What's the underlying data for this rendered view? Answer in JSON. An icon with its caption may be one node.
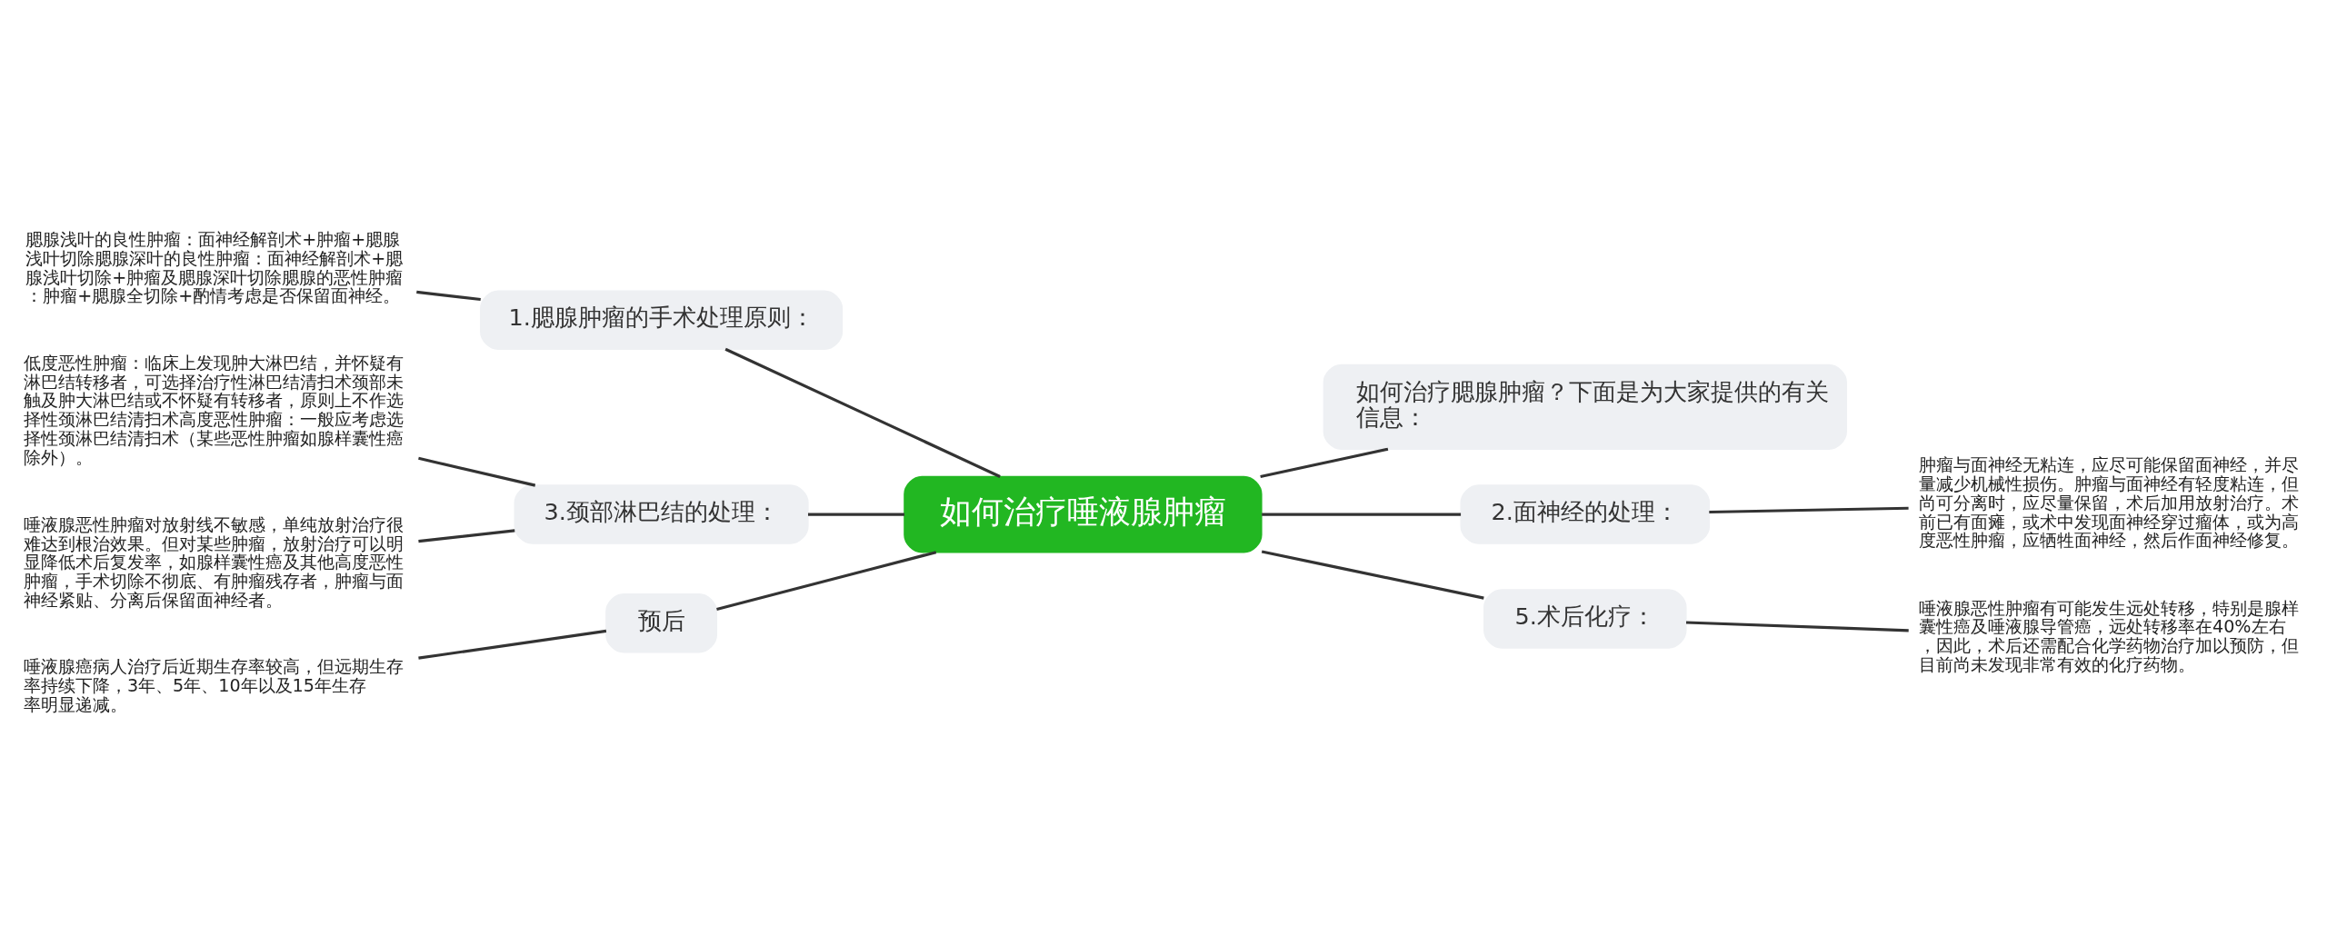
{
  "diagram": {
    "nodes": [
      {
        "text": [
          "如何治疗唾液腺肿瘤"
        ]
      },
      {
        "text": [
          "1.腮腺肿瘤的手术处理原则："
        ]
      },
      {
        "text": [
          "腮腺浅叶的良性肿瘤：面神经解剖术+肿瘤+腮腺浅叶切除腮腺深叶的良性肿瘤：面神经解剖术+腮腺浅叶切除+肿瘤及腮腺深叶切除腮腺的恶性肿瘤：肿瘤+腮腺全切除+酌情考虑是否保留面神经。"
        ]
      },
      {
        "text": [
          "3.颈部淋巴结的处理："
        ]
      },
      {
        "text": [
          "低度恶性肿瘤：临床上发现肿大淋巴结，并怀疑有淋巴结转移者，可选择治疗性淋巴结清扫术颈部未触及肿大淋巴结或不怀疑有转移者，原则上不作选择性颈淋巴结清扫术高度恶性肿瘤：一般应考虑选择性颈淋巴结清扫术（某些恶性肿瘤如腺样囊性癌除外）。"
        ]
      },
      {
        "text": [
          "唾液腺恶性肿瘤对放射线不敏感，单纯放射治疗很难达到根治效果。但对某些肿瘤，放射治疗可以明显降低术后复发率，如腺样囊性癌及其他高度恶性肿瘤，手术切除不彻底、有肿瘤残存者，肿瘤与面神经紧贴、分离后保留面神经者。"
        ]
      },
      {
        "text": [
          "预后"
        ]
      },
      {
        "text": [
          "唾液腺癌病人治疗后近期生存率较高，但远期生存率持续下降，3年、5年、10年以及15年生存率明显递减。"
        ]
      },
      {
        "text": [
          "如何治疗腮腺肿瘤？下面是为大家提供的有关信息："
        ]
      },
      {
        "text": [
          "2.面神经的处理："
        ]
      },
      {
        "text": [
          "肿瘤与面神经无粘连，应尽可能保留面神经，并尽量减少机械性损伤。肿瘤与面神经有轻度粘连，但尚可分离时，应尽量保留，术后加用放射治疗。术前已有面瘫，或术中发现面神经穿过瘤体，或为高度恶性肿瘤，应牺牲面神经，然后作面神经修复。"
        ]
      },
      {
        "text": [
          "5.术后化疗："
        ]
      },
      {
        "text": [
          "唾液腺恶性肿瘤有可能发生远处转移，特别是腺样囊性癌及唾液腺导管癌，远处转移率在40%左右，因此，术后还需配合化学药物治疗加以预防，但目前尚未发现非常有效的化疗药物。"
        ]
      }
    ],
    "edges": [
      {
        "from": 0,
        "to": 1,
        "arrow": "none"
      },
      {
        "from": 1,
        "to": 2,
        "arrow": "none"
      },
      {
        "from": 0,
        "to": 3,
        "arrow": "none"
      },
      {
        "from": 3,
        "to": 4,
        "arrow": "none"
      },
      {
        "from": 3,
        "to": 5,
        "arrow": "none"
      },
      {
        "from": 0,
        "to": 6,
        "arrow": "none"
      },
      {
        "from": 6,
        "to": 7,
        "arrow": "none"
      },
      {
        "from": 0,
        "to": 8,
        "arrow": "none"
      },
      {
        "from": 0,
        "to": 9,
        "arrow": "none"
      },
      {
        "from": 9,
        "to": 10,
        "arrow": "none"
      },
      {
        "from": 0,
        "to": 11,
        "arrow": "none"
      },
      {
        "from": 11,
        "to": 12,
        "arrow": "none"
      }
    ]
  }
}
